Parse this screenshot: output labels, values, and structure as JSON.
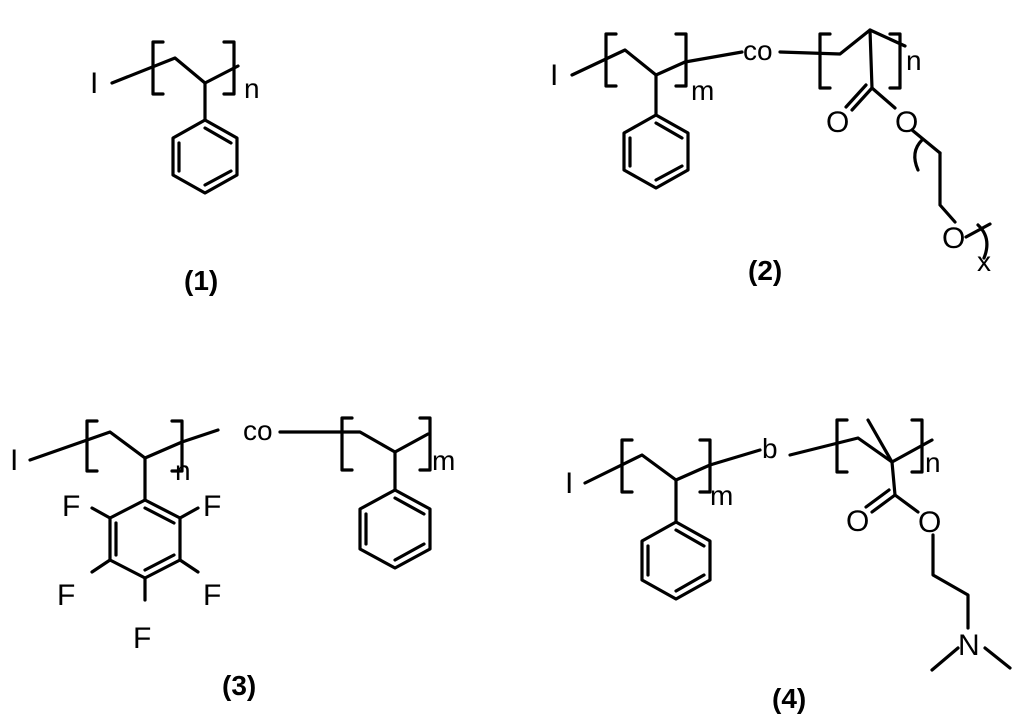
{
  "structures": [
    {
      "id": "1",
      "caption": "(1)",
      "labels": {
        "iodine": "I",
        "repeat": "n"
      }
    },
    {
      "id": "2",
      "caption": "(2)",
      "labels": {
        "iodine": "I",
        "repeat_m": "m",
        "linker": "co",
        "repeat_n": "n",
        "carbonyl_o": "O",
        "ester_o": "O",
        "ether_o": "O",
        "repeat_x": "x"
      }
    },
    {
      "id": "3",
      "caption": "(3)",
      "labels": {
        "iodine": "I",
        "repeat_n": "n",
        "linker": "co",
        "repeat_m": "m",
        "fluorine": "F"
      }
    },
    {
      "id": "4",
      "caption": "(4)",
      "labels": {
        "iodine": "I",
        "repeat_m": "m",
        "linker": "b",
        "repeat_n": "n",
        "carbonyl_o": "O",
        "ester_o": "O",
        "amine_n": "N"
      }
    }
  ]
}
